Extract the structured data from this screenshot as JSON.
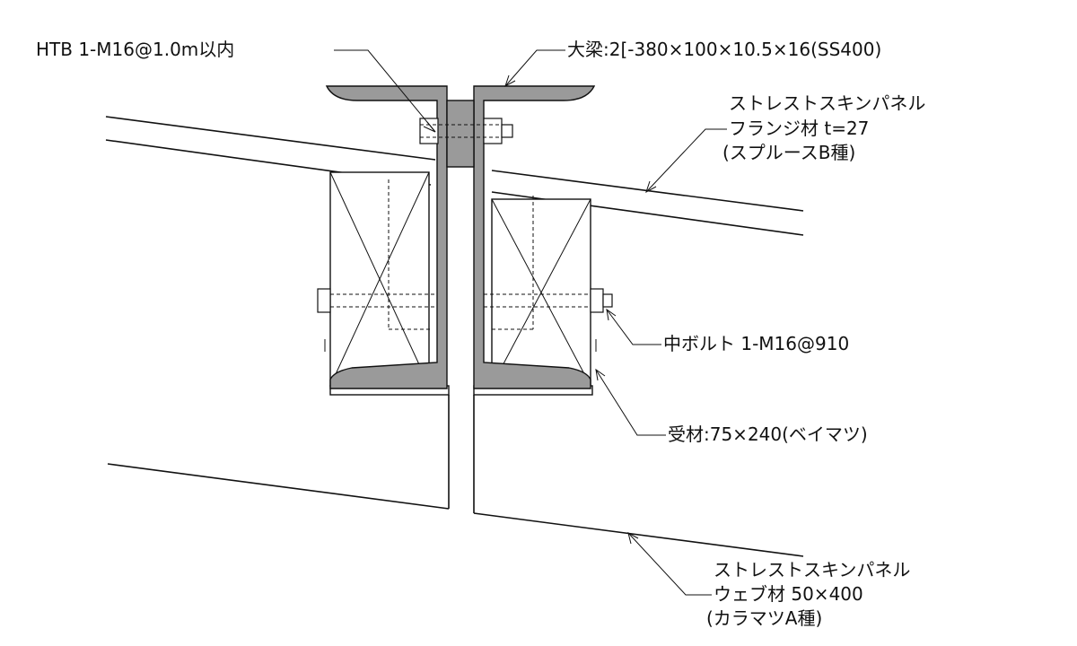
{
  "labels": {
    "htb": "HTB 1-M16@1.0m以内",
    "beam": "大梁:2[-380×100×10.5×16(SS400)",
    "flange_title": "ストレストスキンパネル",
    "flange_material": "フランジ材  t=27",
    "flange_species": "(スプルースB種)",
    "mid_bolt": "中ボルト 1-M16@910",
    "receiver": "受材:75×240(ベイマツ)",
    "web_title": "ストレストスキンパネル",
    "web_material": "ウェブ材  50×400",
    "web_species": "(カラマツA種)"
  },
  "colors": {
    "line": "#111111",
    "steel_fill": "#9a9a9a",
    "background": "#ffffff"
  }
}
